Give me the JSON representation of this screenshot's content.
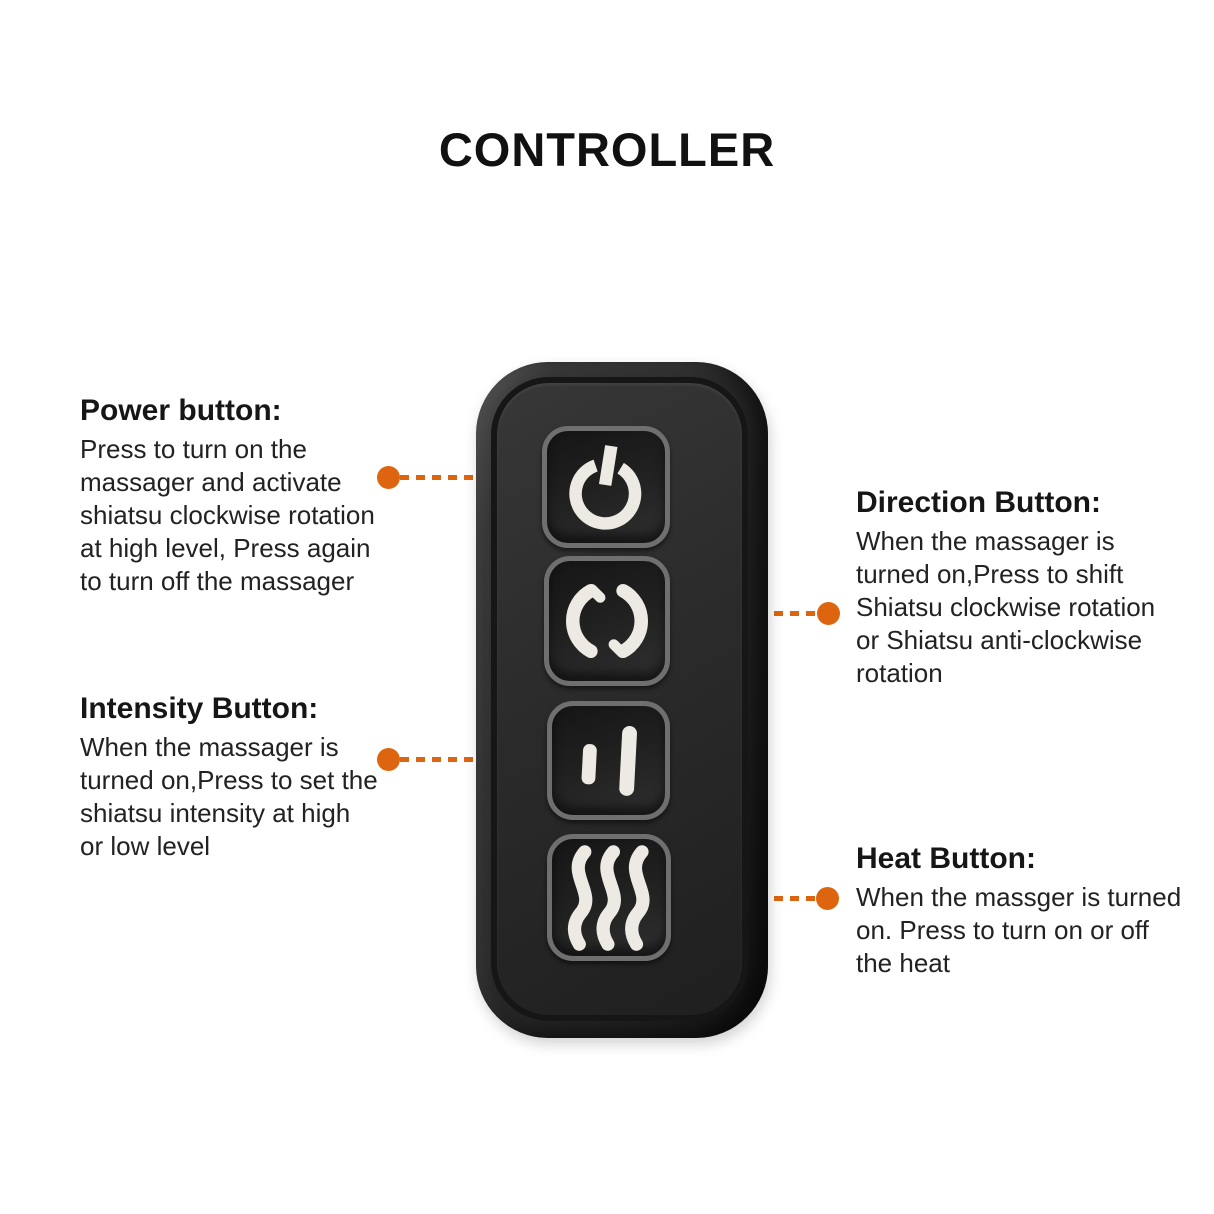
{
  "title": "CONTROLLER",
  "colors": {
    "accent_orange": "#DE650F",
    "remote_body": "#2B2B2B",
    "button_outline": "#6F6F6F",
    "icon_white": "#EDEAE4"
  },
  "annotations": {
    "power": {
      "heading": "Power button:",
      "body": "Press to turn on the massager and activate shiatsu clockwise rotation at high level, Press again to turn off the massager"
    },
    "direction": {
      "heading": "Direction Button:",
      "body": "When the massager is turned on,Press to shift Shiatsu clockwise rotation or Shiatsu anti-clockwise rotation"
    },
    "intensity": {
      "heading": "Intensity Button:",
      "body": "When the massager is turned on,Press to set the shiatsu intensity at high or low level"
    },
    "heat": {
      "heading": "Heat Button:",
      "body": "When the massger is turned on. Press to turn on or off the heat"
    }
  },
  "controller": {
    "buttons": [
      {
        "id": "power",
        "icon": "power-icon"
      },
      {
        "id": "direction",
        "icon": "rotation-arrows-icon"
      },
      {
        "id": "intensity",
        "icon": "intensity-bars-icon"
      },
      {
        "id": "heat",
        "icon": "heat-waves-icon"
      }
    ]
  }
}
